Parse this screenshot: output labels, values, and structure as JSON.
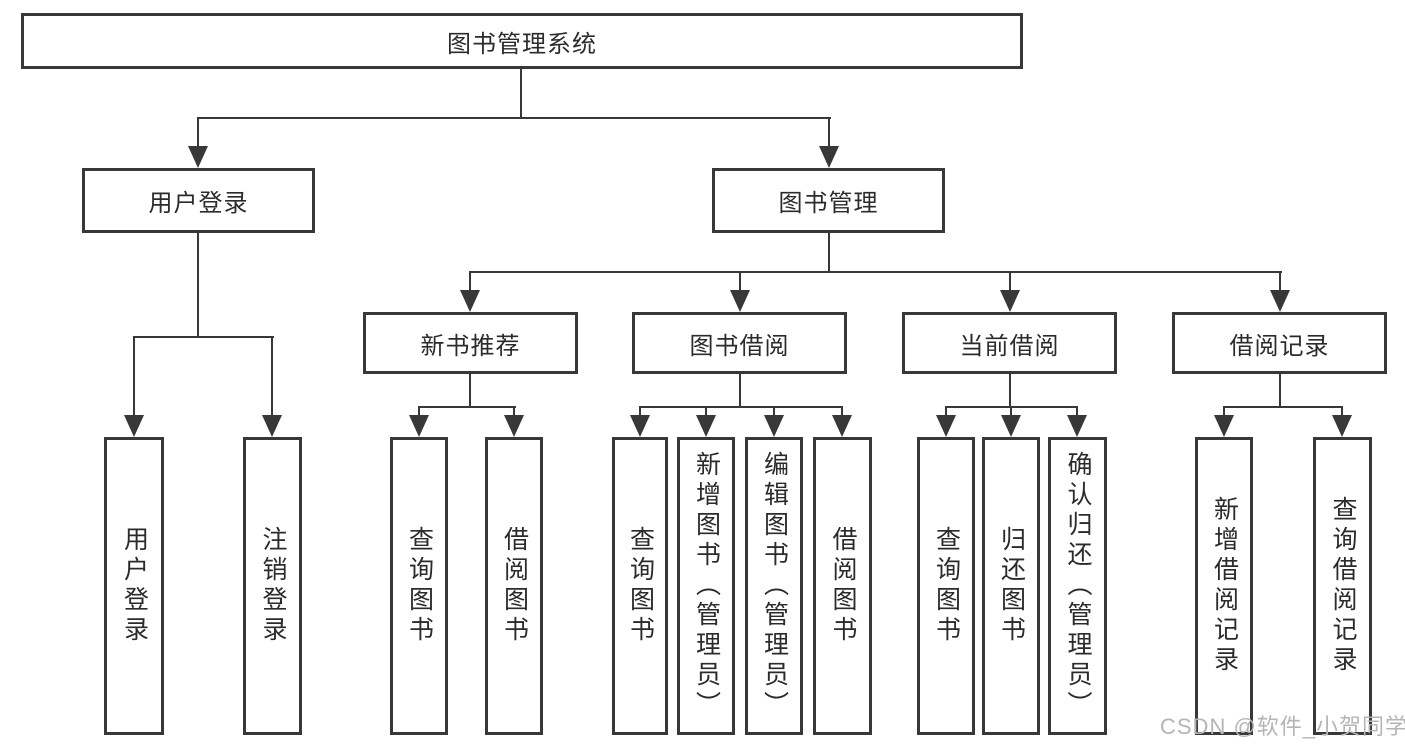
{
  "diagram": {
    "title": "图书管理系统",
    "root": {
      "label": "图书管理系统"
    },
    "branches": [
      {
        "label": "用户登录"
      },
      {
        "label": "图书管理"
      }
    ],
    "modules": [
      {
        "label": "新书推荐",
        "parent": "图书管理"
      },
      {
        "label": "图书借阅",
        "parent": "图书管理"
      },
      {
        "label": "当前借阅",
        "parent": "图书管理"
      },
      {
        "label": "借阅记录",
        "parent": "图书管理"
      }
    ],
    "leaves": [
      {
        "label": "用户登录",
        "parent": "用户登录"
      },
      {
        "label": "注销登录",
        "parent": "用户登录"
      },
      {
        "label": "查询图书",
        "parent": "新书推荐"
      },
      {
        "label": "借阅图书",
        "parent": "新书推荐"
      },
      {
        "label": "查询图书",
        "parent": "图书借阅"
      },
      {
        "label": "新增图书（管理员）",
        "parent": "图书借阅"
      },
      {
        "label": "编辑图书（管理员）",
        "parent": "图书借阅"
      },
      {
        "label": "借阅图书",
        "parent": "图书借阅"
      },
      {
        "label": "查询图书",
        "parent": "当前借阅"
      },
      {
        "label": "归还图书",
        "parent": "当前借阅"
      },
      {
        "label": "确认归还（管理员）",
        "parent": "当前借阅"
      },
      {
        "label": "新增借阅记录",
        "parent": "借阅记录"
      },
      {
        "label": "查询借阅记录",
        "parent": "借阅记录"
      }
    ]
  },
  "watermark": "CSDN @软件_小贺同学",
  "colors": {
    "line": "#383838",
    "text": "#2b2b2b",
    "background": "#ffffff",
    "watermark": "#b5b5b5"
  }
}
